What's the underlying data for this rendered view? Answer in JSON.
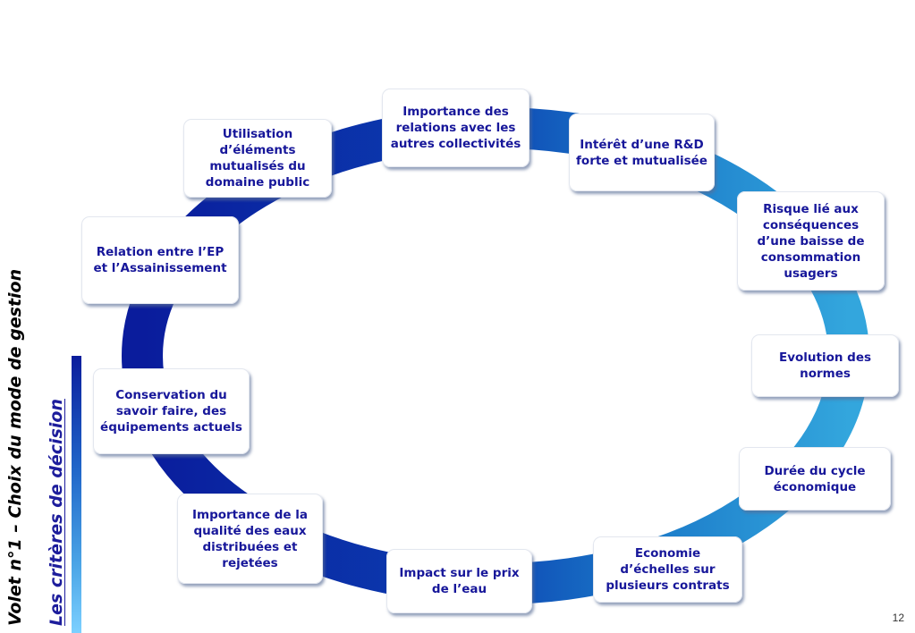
{
  "slide": {
    "title": "Volet n°1 – Choix du mode de gestion",
    "subtitle": "Les critères de décision",
    "page_number": "12"
  },
  "criteria": [
    "Importance des relations avec les autres collectivités",
    "Intérêt d’une R&D forte et mutualisée",
    "Risque lié aux conséquences d’une baisse de consommation usagers",
    "Evolution des normes",
    "Durée du cycle économique",
    "Economie d’échelles sur plusieurs contrats",
    "Impact sur le prix de l’eau",
    "Importance de la qualité des eaux distribuées et rejetées",
    "Conservation du savoir faire, des équipements actuels",
    "Relation entre l’EP et l’Assainissement",
    "Utilisation d’éléments mutualisés du domaine public"
  ],
  "colors": {
    "ring_dark": "#0a1c9c",
    "ring_light": "#2e9ad8",
    "text": "#17179a",
    "accent_bar": "#1f64c8"
  }
}
